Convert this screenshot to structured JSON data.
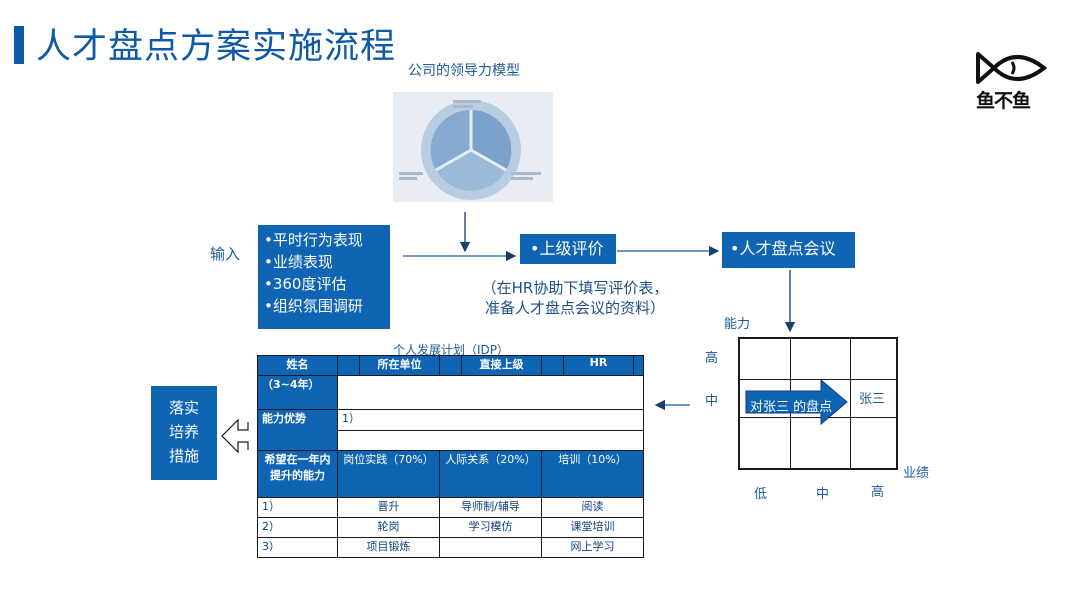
{
  "title": "人才盘点方案实施流程",
  "logo": {
    "text": "鱼不鱼",
    "icon": "fish-icon"
  },
  "model": {
    "caption": "公司的领导力模型",
    "image_icon": "leadership-model-pie-icon"
  },
  "inputs": {
    "label": "输入",
    "items": [
      "•平时行为表现",
      "•业绩表现",
      "•360度评估",
      "•组织氛围调研"
    ]
  },
  "superior_review": "•上级评价",
  "talent_meeting": "•人才盘点会议",
  "note": [
    "（在HR协助下填写评价表，",
    "准备人才盘点会议的资料）"
  ],
  "idp": {
    "title": "个人发展计划（IDP）",
    "header": [
      "姓名",
      "",
      "所在单位",
      "",
      "直接上级",
      "",
      "HR",
      ""
    ],
    "goal_label": "（3~4年）",
    "strength_label": "能力优势",
    "strength_items": [
      "1）",
      ""
    ],
    "improve_label": "希望在一年内提升的能力",
    "methods": [
      "岗位实践（70%）",
      "人际关系（20%）",
      "培训（10%）"
    ],
    "rows": [
      [
        "1）",
        "晋升",
        "导师制/辅导",
        "阅读"
      ],
      [
        "2）",
        "轮岗",
        "学习模仿",
        "课堂培训"
      ],
      [
        "3）",
        "项目锻炼",
        "",
        "网上学习"
      ]
    ]
  },
  "implement": [
    "落实",
    "培养",
    "措施"
  ],
  "matrix": {
    "y_axis": "能力",
    "x_axis": "业绩",
    "y_levels": [
      "高",
      "中"
    ],
    "x_levels": [
      "低",
      "中",
      "高"
    ],
    "arrow_text": "对张三 的盘点",
    "person": "张三"
  },
  "colors": {
    "primary": "#0f64b4",
    "title": "#0f5aa8",
    "text": "#1f5a99"
  }
}
